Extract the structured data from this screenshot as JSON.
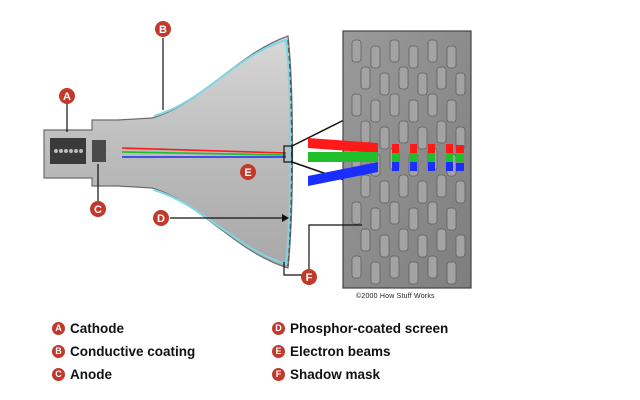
{
  "callouts": {
    "a": "A",
    "b": "B",
    "c": "C",
    "d": "D",
    "e": "E",
    "f": "F"
  },
  "credit": "©2000 How Stuff Works",
  "legend": [
    {
      "letter": "A",
      "label": "Cathode"
    },
    {
      "letter": "B",
      "label": "Conductive coating"
    },
    {
      "letter": "C",
      "label": "Anode"
    },
    {
      "letter": "D",
      "label": "Phosphor-coated screen"
    },
    {
      "letter": "E",
      "label": "Electron beams"
    },
    {
      "letter": "F",
      "label": "Shadow mask"
    }
  ],
  "colors": {
    "callout": "#c0392b",
    "tube": "#b9b9b9",
    "coating": "#7fd6e6",
    "mask": "#8c8c8c",
    "beam_red": "#ff1a1a",
    "beam_green": "#1fbf2a",
    "beam_blue": "#1a2eff"
  }
}
